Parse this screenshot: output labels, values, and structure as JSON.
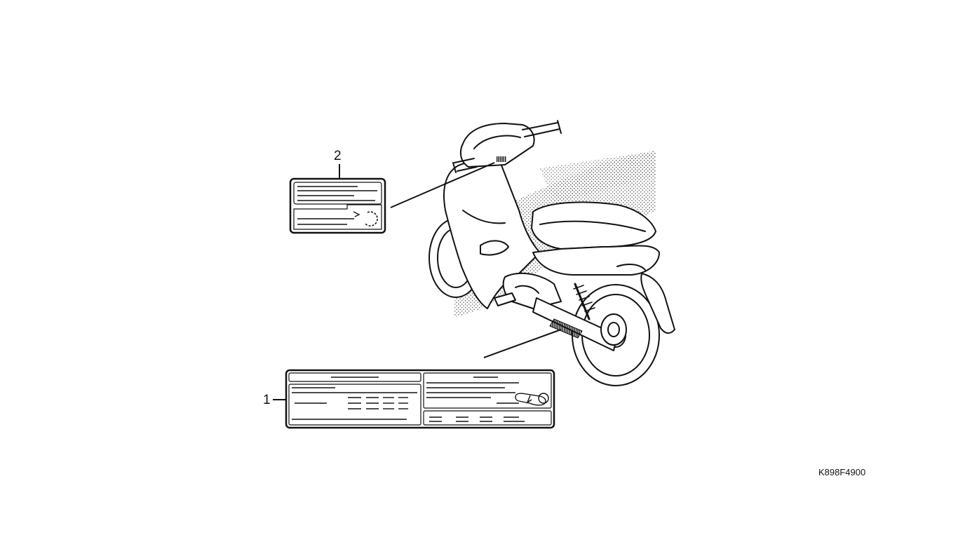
{
  "callouts": {
    "label_1": "1",
    "label_2": "2"
  },
  "diagram_code": "K898F4900",
  "colors": {
    "ink": "#111111",
    "stipple": "#555555",
    "background": "#ffffff"
  }
}
